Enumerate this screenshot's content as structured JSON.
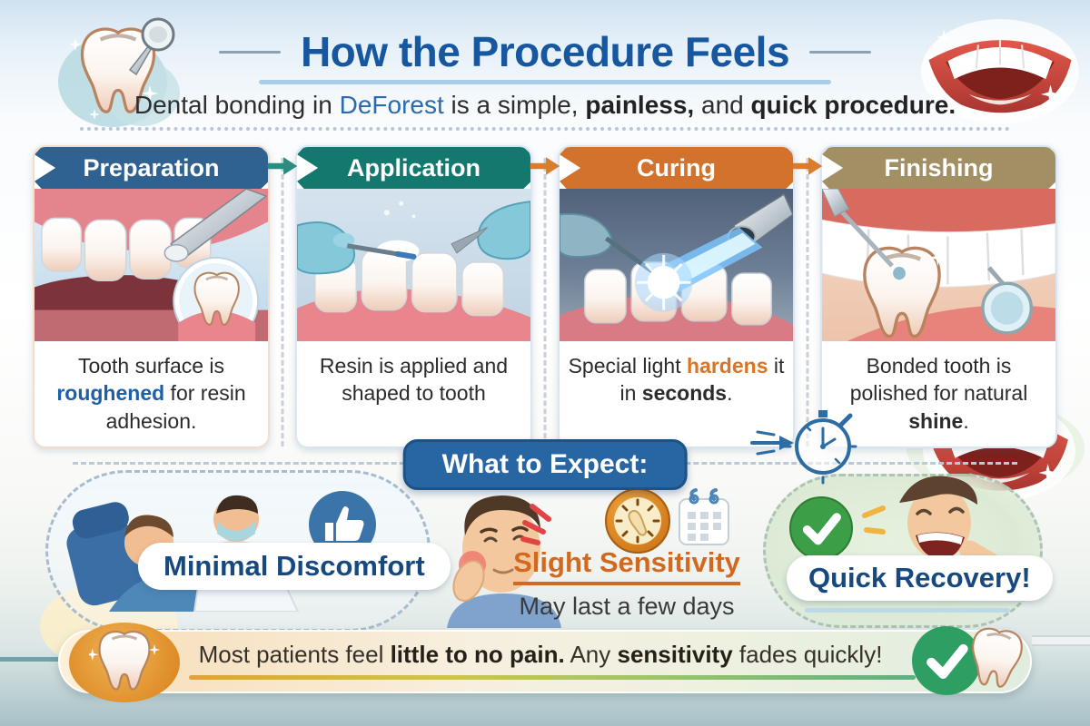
{
  "colors": {
    "title_blue": "#1757a0",
    "city_blue": "#2a6aad",
    "highlight_blue": "#1d5fa8",
    "highlight_orange": "#d97426",
    "expect_banner_bg": "#2765a3",
    "label_blue": "#17497f",
    "sensitivity_orange": "#d2691e",
    "check_green": "#3c9e47",
    "arrow_teal": "#2a8d80",
    "arrow_orange": "#d97c2e"
  },
  "header": {
    "title": "How the Procedure Feels",
    "subtitle": {
      "pre": "Dental bonding in ",
      "city": "DeForest",
      "mid": " is a simple, ",
      "bold1": "painless,",
      "and": " and ",
      "bold2": "quick procedure."
    }
  },
  "steps": [
    {
      "label": "Preparation",
      "color": "#2f6191",
      "desc": {
        "pre": "Tooth surface is ",
        "highlight": "roughened",
        "post": " for resin adhesion."
      }
    },
    {
      "label": "Application",
      "color": "#13796f",
      "desc": {
        "pre": "Resin is applied and shaped to tooth"
      }
    },
    {
      "label": "Curing",
      "color": "#d3722c",
      "desc": {
        "pre": "Special light ",
        "highlight": "hardens",
        "mid": " it in ",
        "bold": "seconds",
        "post": "."
      }
    },
    {
      "label": "Finishing",
      "color": "#a28f63",
      "desc": {
        "pre": "Bonded tooth is polished for natural ",
        "bold": "shine",
        "post": "."
      }
    }
  ],
  "arrows": [
    {
      "name": "arrow-1",
      "color": "#2a8d80"
    },
    {
      "name": "arrow-2",
      "color": "#d97c2e"
    },
    {
      "name": "arrow-3",
      "color": "#d97c2e"
    }
  ],
  "expect": {
    "banner": "What to Expect:",
    "items": [
      {
        "label": "Minimal Discomfort"
      },
      {
        "label": "Slight Sensitivity",
        "sub": "May last a few days"
      },
      {
        "label": "Quick Recovery!"
      }
    ]
  },
  "footer": {
    "pre": "Most patients feel ",
    "bold1": "little to no pain.",
    "mid": " Any ",
    "bold2": "sensitivity",
    "post": " fades quickly!"
  },
  "icons": {
    "logo": "tooth-mirror-icon",
    "top_right": "smile-icon",
    "timer": "stopwatch-icon",
    "approval": "thumbs-up-icon",
    "sensitivity_gauge": "gauge-icon",
    "duration": "calendar-icon",
    "recovery": "check-circle-icon",
    "footer_left": "tooth-icon",
    "footer_right": "tooth-check-icon"
  }
}
